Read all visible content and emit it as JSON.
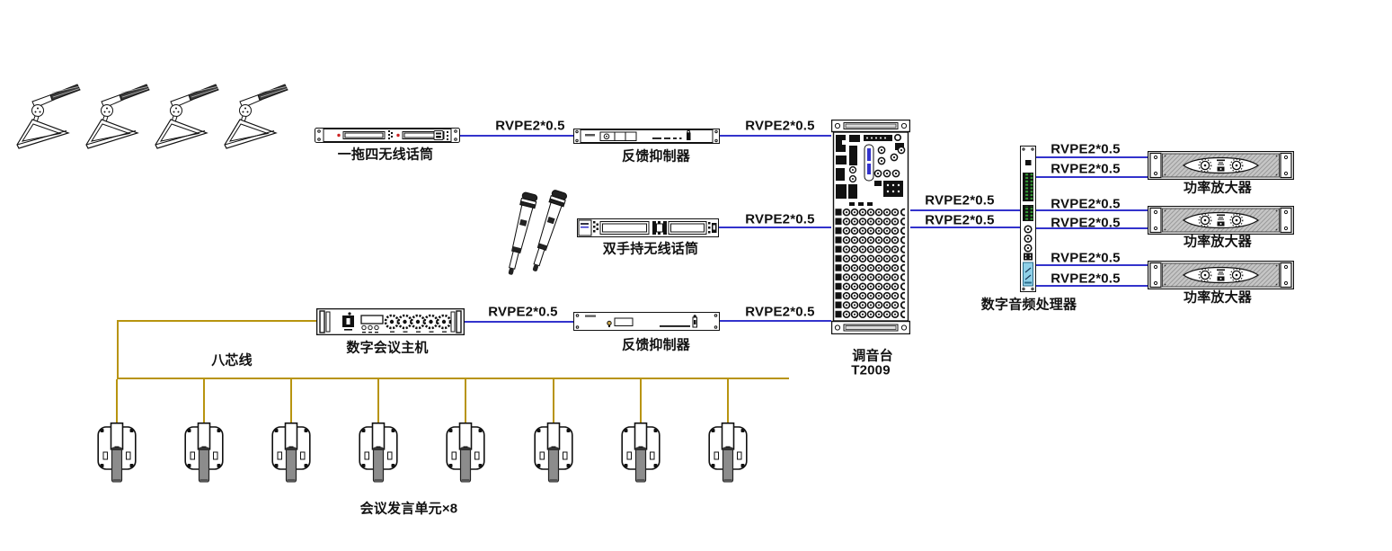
{
  "labels": {
    "cable": "RVPE2*0.5",
    "bus": "八芯线",
    "units": "会议发言单元×8"
  },
  "devices": {
    "wireless4": "一拖四无线话筒",
    "suppressor": "反馈抑制器",
    "handheld2": "双手持无线话筒",
    "host": "数字会议主机",
    "mixer": "调音台",
    "mixer_model": "T2009",
    "dsp": "数字音频处理器",
    "amp": "功率放大器"
  },
  "colors": {
    "cable_blue": "#3333cc",
    "cable_yellow": "#b8940f"
  }
}
